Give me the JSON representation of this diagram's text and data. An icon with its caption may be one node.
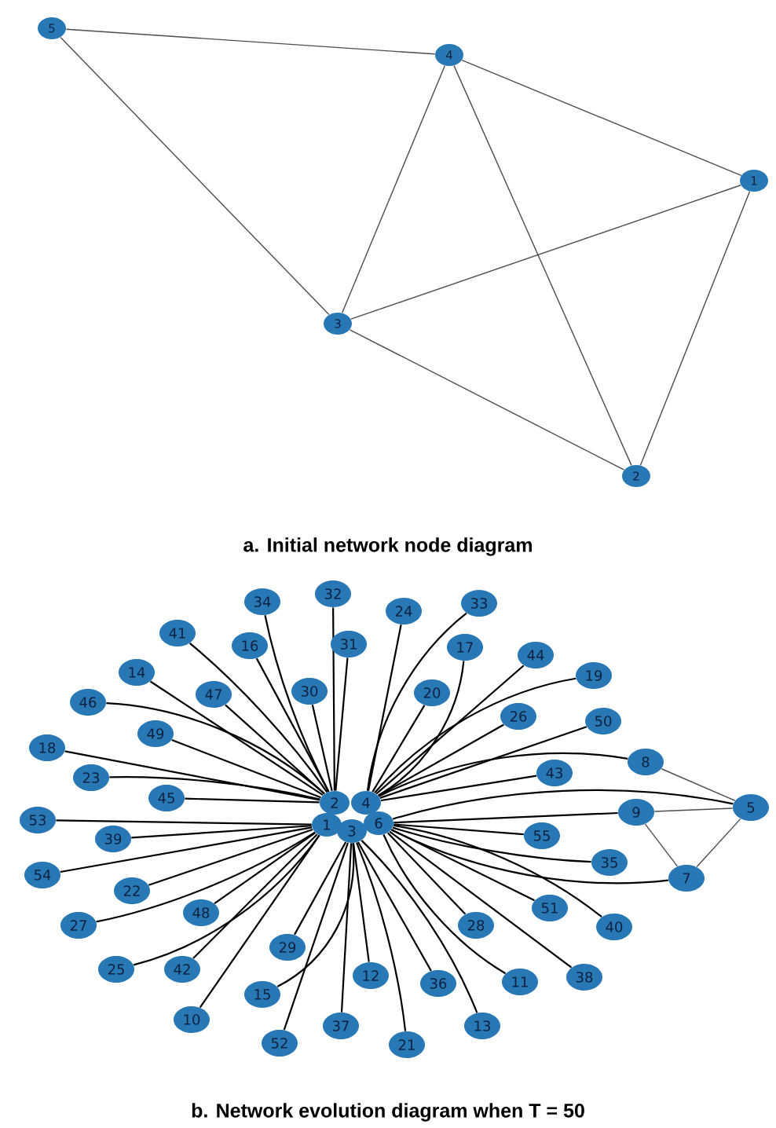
{
  "diagram": {
    "nodes": [
      {
        "text": [
          "1"
        ]
      },
      {
        "text": [
          "2"
        ]
      },
      {
        "text": [
          "3"
        ]
      },
      {
        "text": [
          "4"
        ]
      },
      {
        "text": [
          "5"
        ]
      },
      {
        "text": [
          "1"
        ]
      },
      {
        "text": [
          "2"
        ]
      },
      {
        "text": [
          "3"
        ]
      },
      {
        "text": [
          "4"
        ]
      },
      {
        "text": [
          "5"
        ]
      },
      {
        "text": [
          "6"
        ]
      },
      {
        "text": [
          "7"
        ]
      },
      {
        "text": [
          "8"
        ]
      },
      {
        "text": [
          "9"
        ]
      },
      {
        "text": [
          "10"
        ]
      },
      {
        "text": [
          "11"
        ]
      },
      {
        "text": [
          "12"
        ]
      },
      {
        "text": [
          "13"
        ]
      },
      {
        "text": [
          "14"
        ]
      },
      {
        "text": [
          "15"
        ]
      },
      {
        "text": [
          "16"
        ]
      },
      {
        "text": [
          "17"
        ]
      },
      {
        "text": [
          "18"
        ]
      },
      {
        "text": [
          "19"
        ]
      },
      {
        "text": [
          "20"
        ]
      },
      {
        "text": [
          "21"
        ]
      },
      {
        "text": [
          "22"
        ]
      },
      {
        "text": [
          "23"
        ]
      },
      {
        "text": [
          "24"
        ]
      },
      {
        "text": [
          "25"
        ]
      },
      {
        "text": [
          "26"
        ]
      },
      {
        "text": [
          "27"
        ]
      },
      {
        "text": [
          "28"
        ]
      },
      {
        "text": [
          "29"
        ]
      },
      {
        "text": [
          "30"
        ]
      },
      {
        "text": [
          "31"
        ]
      },
      {
        "text": [
          "32"
        ]
      },
      {
        "text": [
          "33"
        ]
      },
      {
        "text": [
          "34"
        ]
      },
      {
        "text": [
          "35"
        ]
      },
      {
        "text": [
          "36"
        ]
      },
      {
        "text": [
          "37"
        ]
      },
      {
        "text": [
          "38"
        ]
      },
      {
        "text": [
          "39"
        ]
      },
      {
        "text": [
          "40"
        ]
      },
      {
        "text": [
          "41"
        ]
      },
      {
        "text": [
          "42"
        ]
      },
      {
        "text": [
          "43"
        ]
      },
      {
        "text": [
          "44"
        ]
      },
      {
        "text": [
          "45"
        ]
      },
      {
        "text": [
          "46"
        ]
      },
      {
        "text": [
          "47"
        ]
      },
      {
        "text": [
          "48"
        ]
      },
      {
        "text": [
          "49"
        ]
      },
      {
        "text": [
          "50"
        ]
      },
      {
        "text": [
          "51"
        ]
      },
      {
        "text": [
          "52"
        ]
      },
      {
        "text": [
          "53"
        ]
      },
      {
        "text": [
          "54"
        ]
      },
      {
        "text": [
          "55"
        ]
      }
    ],
    "edges": [
      {
        "from": 4,
        "to": 3,
        "arrow": "none",
        "color": "#4d4d4d"
      },
      {
        "from": 4,
        "to": 2,
        "arrow": "none",
        "color": "#4d4d4d"
      },
      {
        "from": 3,
        "to": 0,
        "arrow": "none",
        "color": "#4d4d4d"
      },
      {
        "from": 3,
        "to": 2,
        "arrow": "none",
        "color": "#4d4d4d"
      },
      {
        "from": 3,
        "to": 1,
        "arrow": "none",
        "color": "#4d4d4d"
      },
      {
        "from": 2,
        "to": 0,
        "arrow": "none",
        "color": "#4d4d4d"
      },
      {
        "from": 2,
        "to": 1,
        "arrow": "none",
        "color": "#4d4d4d"
      },
      {
        "from": 0,
        "to": 1,
        "arrow": "none",
        "color": "#4d4d4d"
      },
      {
        "from": 9,
        "to": 12,
        "arrow": "none",
        "color": "#4d4d4d"
      },
      {
        "from": 9,
        "to": 13,
        "arrow": "none",
        "color": "#4d4d4d"
      },
      {
        "from": 9,
        "to": 11,
        "arrow": "none",
        "color": "#4d4d4d"
      },
      {
        "from": 13,
        "to": 11,
        "arrow": "none",
        "color": "#4d4d4d"
      },
      {
        "from": 38,
        "to": 6,
        "arrow": "none"
      },
      {
        "from": 36,
        "to": 6,
        "arrow": "none"
      },
      {
        "from": 45,
        "to": 6,
        "arrow": "none"
      },
      {
        "from": 20,
        "to": 6,
        "arrow": "none"
      },
      {
        "from": 35,
        "to": 6,
        "arrow": "none"
      },
      {
        "from": 18,
        "to": 6,
        "arrow": "none"
      },
      {
        "from": 51,
        "to": 6,
        "arrow": "none"
      },
      {
        "from": 34,
        "to": 6,
        "arrow": "none"
      },
      {
        "from": 50,
        "to": 6,
        "arrow": "none"
      },
      {
        "from": 53,
        "to": 6,
        "arrow": "none"
      },
      {
        "from": 22,
        "to": 6,
        "arrow": "none"
      },
      {
        "from": 27,
        "to": 6,
        "arrow": "none"
      },
      {
        "from": 49,
        "to": 6,
        "arrow": "none"
      },
      {
        "from": 28,
        "to": 8,
        "arrow": "none"
      },
      {
        "from": 37,
        "to": 8,
        "arrow": "none"
      },
      {
        "from": 21,
        "to": 8,
        "arrow": "none"
      },
      {
        "from": 24,
        "to": 8,
        "arrow": "none"
      },
      {
        "from": 48,
        "to": 8,
        "arrow": "none"
      },
      {
        "from": 23,
        "to": 8,
        "arrow": "none"
      },
      {
        "from": 30,
        "to": 8,
        "arrow": "none"
      },
      {
        "from": 54,
        "to": 8,
        "arrow": "none"
      },
      {
        "from": 47,
        "to": 8,
        "arrow": "none"
      },
      {
        "from": 12,
        "to": 8,
        "arrow": "none"
      },
      {
        "from": 13,
        "to": 10,
        "arrow": "none"
      },
      {
        "from": 9,
        "to": 10,
        "arrow": "none"
      },
      {
        "from": 59,
        "to": 10,
        "arrow": "none"
      },
      {
        "from": 39,
        "to": 10,
        "arrow": "none"
      },
      {
        "from": 11,
        "to": 10,
        "arrow": "none"
      },
      {
        "from": 55,
        "to": 10,
        "arrow": "none"
      },
      {
        "from": 44,
        "to": 10,
        "arrow": "none"
      },
      {
        "from": 32,
        "to": 10,
        "arrow": "none"
      },
      {
        "from": 15,
        "to": 10,
        "arrow": "none"
      },
      {
        "from": 42,
        "to": 10,
        "arrow": "none"
      },
      {
        "from": 16,
        "to": 7,
        "arrow": "none"
      },
      {
        "from": 41,
        "to": 7,
        "arrow": "none"
      },
      {
        "from": 25,
        "to": 7,
        "arrow": "none"
      },
      {
        "from": 56,
        "to": 7,
        "arrow": "none"
      },
      {
        "from": 40,
        "to": 7,
        "arrow": "none"
      },
      {
        "from": 17,
        "to": 7,
        "arrow": "none"
      },
      {
        "from": 19,
        "to": 7,
        "arrow": "none"
      },
      {
        "from": 33,
        "to": 7,
        "arrow": "none"
      },
      {
        "from": 57,
        "to": 5,
        "arrow": "none"
      },
      {
        "from": 43,
        "to": 5,
        "arrow": "none"
      },
      {
        "from": 58,
        "to": 5,
        "arrow": "none"
      },
      {
        "from": 26,
        "to": 5,
        "arrow": "none"
      },
      {
        "from": 31,
        "to": 5,
        "arrow": "none"
      },
      {
        "from": 52,
        "to": 5,
        "arrow": "none"
      },
      {
        "from": 29,
        "to": 5,
        "arrow": "none"
      },
      {
        "from": 46,
        "to": 5,
        "arrow": "none"
      },
      {
        "from": 14,
        "to": 5,
        "arrow": "none"
      }
    ],
    "labels": [
      "a. Initial network node diagram",
      "b. Network evolution diagram when T = 50"
    ]
  }
}
